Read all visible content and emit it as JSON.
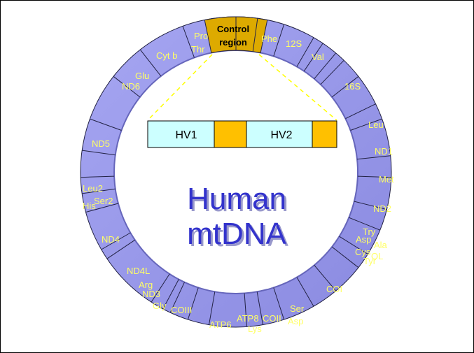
{
  "title": {
    "line1": "Human",
    "line2": "mtDNA"
  },
  "control_region": {
    "line1": "Control",
    "line2": "region"
  },
  "hv_regions": [
    {
      "label": "HV1"
    },
    {
      "label": "HV2"
    }
  ],
  "genes": [
    {
      "label": "Pro"
    },
    {
      "label": "Thr"
    },
    {
      "label": "Phe"
    },
    {
      "label": "12S"
    },
    {
      "label": "Cyt b"
    },
    {
      "label": "Val"
    },
    {
      "label": "Glu"
    },
    {
      "label": "ND6"
    },
    {
      "label": "16S"
    },
    {
      "label": "Leu"
    },
    {
      "label": "ND5"
    },
    {
      "label": "ND1"
    },
    {
      "label": "Met"
    },
    {
      "label": "Leu2"
    },
    {
      "label": "His"
    },
    {
      "label": "Ser2"
    },
    {
      "label": "ND2"
    },
    {
      "label": "Try"
    },
    {
      "label": "Asp"
    },
    {
      "label": "Ala"
    },
    {
      "label": "ND4"
    },
    {
      "label": "Cys"
    },
    {
      "label": "OL"
    },
    {
      "label": "Tyr"
    },
    {
      "label": "ND4L"
    },
    {
      "label": "COI"
    },
    {
      "label": "Arg"
    },
    {
      "label": "ND3"
    },
    {
      "label": "Gly"
    },
    {
      "label": "COIII"
    },
    {
      "label": "Ser"
    },
    {
      "label": "ATP6"
    },
    {
      "label": "ATP8"
    },
    {
      "label": "COII"
    },
    {
      "label": "Asp"
    },
    {
      "label": "Lys"
    }
  ],
  "colors": {
    "ring": "#9999ee",
    "ring_stroke": "#222244",
    "control": "#ddaa00",
    "hv_box": "#ccffff",
    "hv_spacer": "#ffc000",
    "gene_text": "#ffff66",
    "title": "#3333cc",
    "dashed": "#ffff00"
  }
}
